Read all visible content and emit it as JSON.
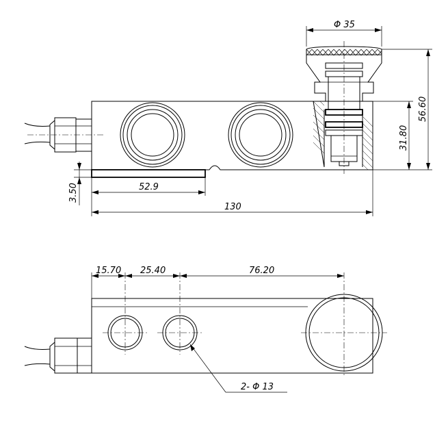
{
  "dimensions": {
    "cap_diameter": "Φ 35",
    "total_height": "56.60",
    "body_height": "31.80",
    "plate_thickness": "3.50",
    "plate_length": "52.9",
    "total_length": "130",
    "hole_offset": "15.70",
    "hole_spacing": "25.40",
    "center_distance": "76.20",
    "hole_callout": "2- Φ 13"
  }
}
